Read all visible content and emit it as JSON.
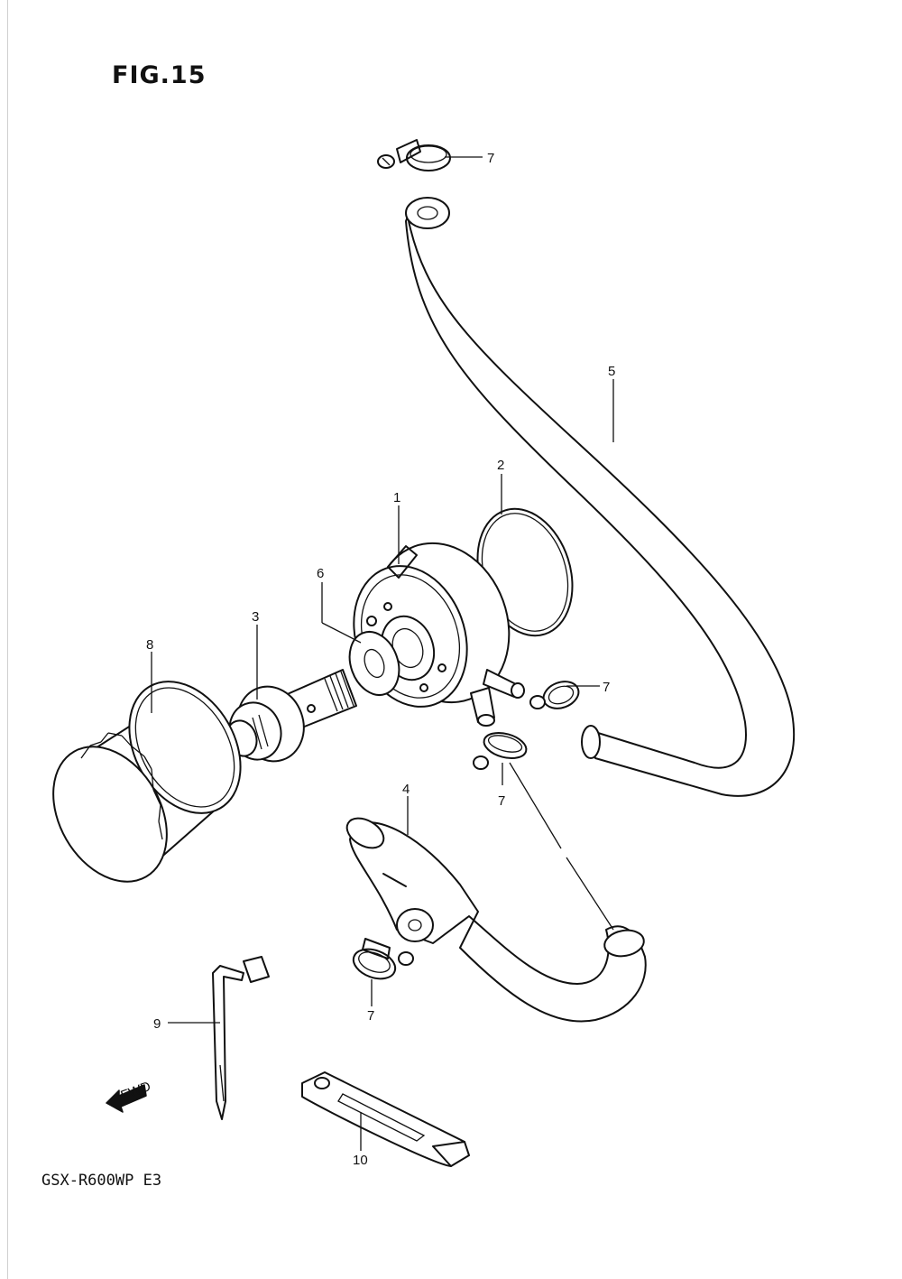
{
  "figure": {
    "title": "FIG.15",
    "model_code": "GSX-R600WP  E3",
    "fwd_label": "FWD"
  },
  "callouts": [
    {
      "id": "callout-1",
      "label": "1"
    },
    {
      "id": "callout-2",
      "label": "2"
    },
    {
      "id": "callout-3",
      "label": "3"
    },
    {
      "id": "callout-4",
      "label": "4"
    },
    {
      "id": "callout-5",
      "label": "5"
    },
    {
      "id": "callout-6",
      "label": "6"
    },
    {
      "id": "callout-7-top",
      "label": "7"
    },
    {
      "id": "callout-7-right",
      "label": "7"
    },
    {
      "id": "callout-7-middle",
      "label": "7"
    },
    {
      "id": "callout-7-bottom",
      "label": "7"
    },
    {
      "id": "callout-8",
      "label": "8"
    },
    {
      "id": "callout-9",
      "label": "9"
    },
    {
      "id": "callout-10",
      "label": "10"
    }
  ]
}
